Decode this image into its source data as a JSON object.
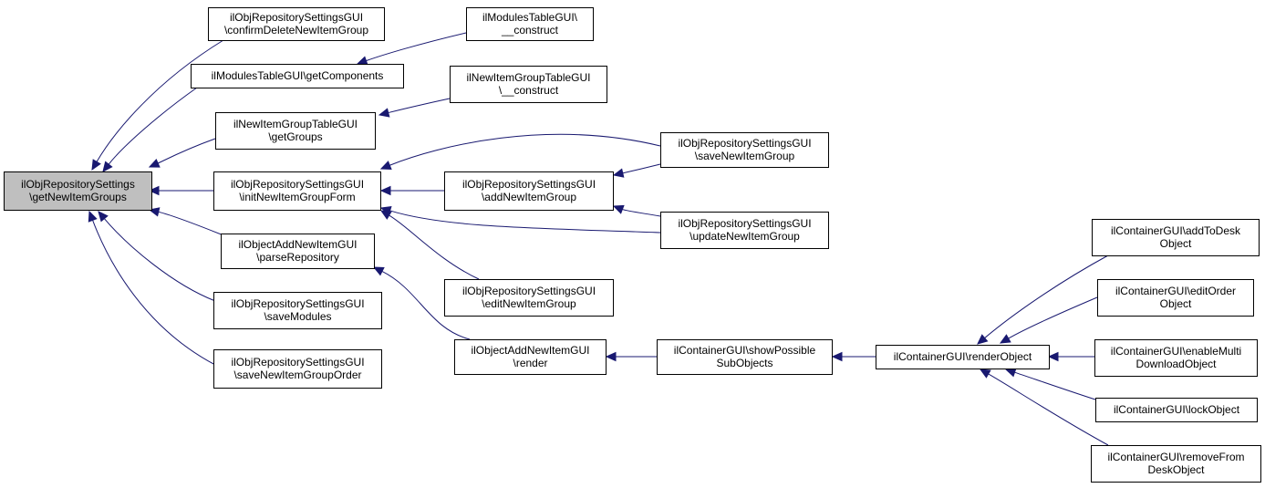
{
  "colors": {
    "edge": "#191970",
    "focus_fill": "#bfbfbf",
    "node_fill": "#ffffff",
    "border": "#000000"
  },
  "nodes": [
    {
      "id": "root",
      "lines": [
        "ilObjRepositorySettings",
        "\\getNewItemGroups"
      ],
      "focus": true
    },
    {
      "id": "confirmDelete",
      "lines": [
        "ilObjRepositorySettingsGUI",
        "\\confirmDeleteNewItemGroup"
      ]
    },
    {
      "id": "getComponents",
      "lines": [
        "ilModulesTableGUI\\getComponents"
      ]
    },
    {
      "id": "modulesConstruct",
      "lines": [
        "ilModulesTableGUI\\",
        "__construct"
      ]
    },
    {
      "id": "getGroups",
      "lines": [
        "ilNewItemGroupTableGUI",
        "\\getGroups"
      ]
    },
    {
      "id": "groupTableConstruct",
      "lines": [
        "ilNewItemGroupTableGUI",
        "\\__construct"
      ]
    },
    {
      "id": "initForm",
      "lines": [
        "ilObjRepositorySettingsGUI",
        "\\initNewItemGroupForm"
      ]
    },
    {
      "id": "saveNew",
      "lines": [
        "ilObjRepositorySettingsGUI",
        "\\saveNewItemGroup"
      ]
    },
    {
      "id": "addNew",
      "lines": [
        "ilObjRepositorySettingsGUI",
        "\\addNewItemGroup"
      ]
    },
    {
      "id": "updateNew",
      "lines": [
        "ilObjRepositorySettingsGUI",
        "\\updateNewItemGroup"
      ]
    },
    {
      "id": "editNew",
      "lines": [
        "ilObjRepositorySettingsGUI",
        "\\editNewItemGroup"
      ]
    },
    {
      "id": "parseRepo",
      "lines": [
        "ilObjectAddNewItemGUI",
        "\\parseRepository"
      ]
    },
    {
      "id": "saveModules",
      "lines": [
        "ilObjRepositorySettingsGUI",
        "\\saveModules"
      ]
    },
    {
      "id": "saveOrder",
      "lines": [
        "ilObjRepositorySettingsGUI",
        "\\saveNewItemGroupOrder"
      ]
    },
    {
      "id": "render",
      "lines": [
        "ilObjectAddNewItemGUI",
        "\\render"
      ]
    },
    {
      "id": "showPossible",
      "lines": [
        "ilContainerGUI\\showPossible",
        "SubObjects"
      ]
    },
    {
      "id": "renderObject",
      "lines": [
        "ilContainerGUI\\renderObject"
      ]
    },
    {
      "id": "addToDesk",
      "lines": [
        "ilContainerGUI\\addToDesk",
        "Object"
      ]
    },
    {
      "id": "editOrder",
      "lines": [
        "ilContainerGUI\\editOrder",
        "Object"
      ]
    },
    {
      "id": "enableMulti",
      "lines": [
        "ilContainerGUI\\enableMulti",
        "DownloadObject"
      ]
    },
    {
      "id": "lockObject",
      "lines": [
        "ilContainerGUI\\lockObject"
      ]
    },
    {
      "id": "removeFromDesk",
      "lines": [
        "ilContainerGUI\\removeFrom",
        "DeskObject"
      ]
    }
  ],
  "edges": [
    {
      "from": "confirmDelete",
      "to": "root"
    },
    {
      "from": "getComponents",
      "to": "root"
    },
    {
      "from": "getGroups",
      "to": "root"
    },
    {
      "from": "initForm",
      "to": "root"
    },
    {
      "from": "parseRepo",
      "to": "root"
    },
    {
      "from": "saveModules",
      "to": "root"
    },
    {
      "from": "saveOrder",
      "to": "root"
    },
    {
      "from": "modulesConstruct",
      "to": "getComponents"
    },
    {
      "from": "groupTableConstruct",
      "to": "getGroups"
    },
    {
      "from": "saveNew",
      "to": "initForm"
    },
    {
      "from": "addNew",
      "to": "initForm"
    },
    {
      "from": "updateNew",
      "to": "initForm"
    },
    {
      "from": "editNew",
      "to": "initForm"
    },
    {
      "from": "saveNew",
      "to": "addNew"
    },
    {
      "from": "updateNew",
      "to": "addNew"
    },
    {
      "from": "render",
      "to": "parseRepo"
    },
    {
      "from": "showPossible",
      "to": "render"
    },
    {
      "from": "renderObject",
      "to": "showPossible"
    },
    {
      "from": "addToDesk",
      "to": "renderObject"
    },
    {
      "from": "editOrder",
      "to": "renderObject"
    },
    {
      "from": "enableMulti",
      "to": "renderObject"
    },
    {
      "from": "lockObject",
      "to": "renderObject"
    },
    {
      "from": "removeFromDesk",
      "to": "renderObject"
    }
  ]
}
